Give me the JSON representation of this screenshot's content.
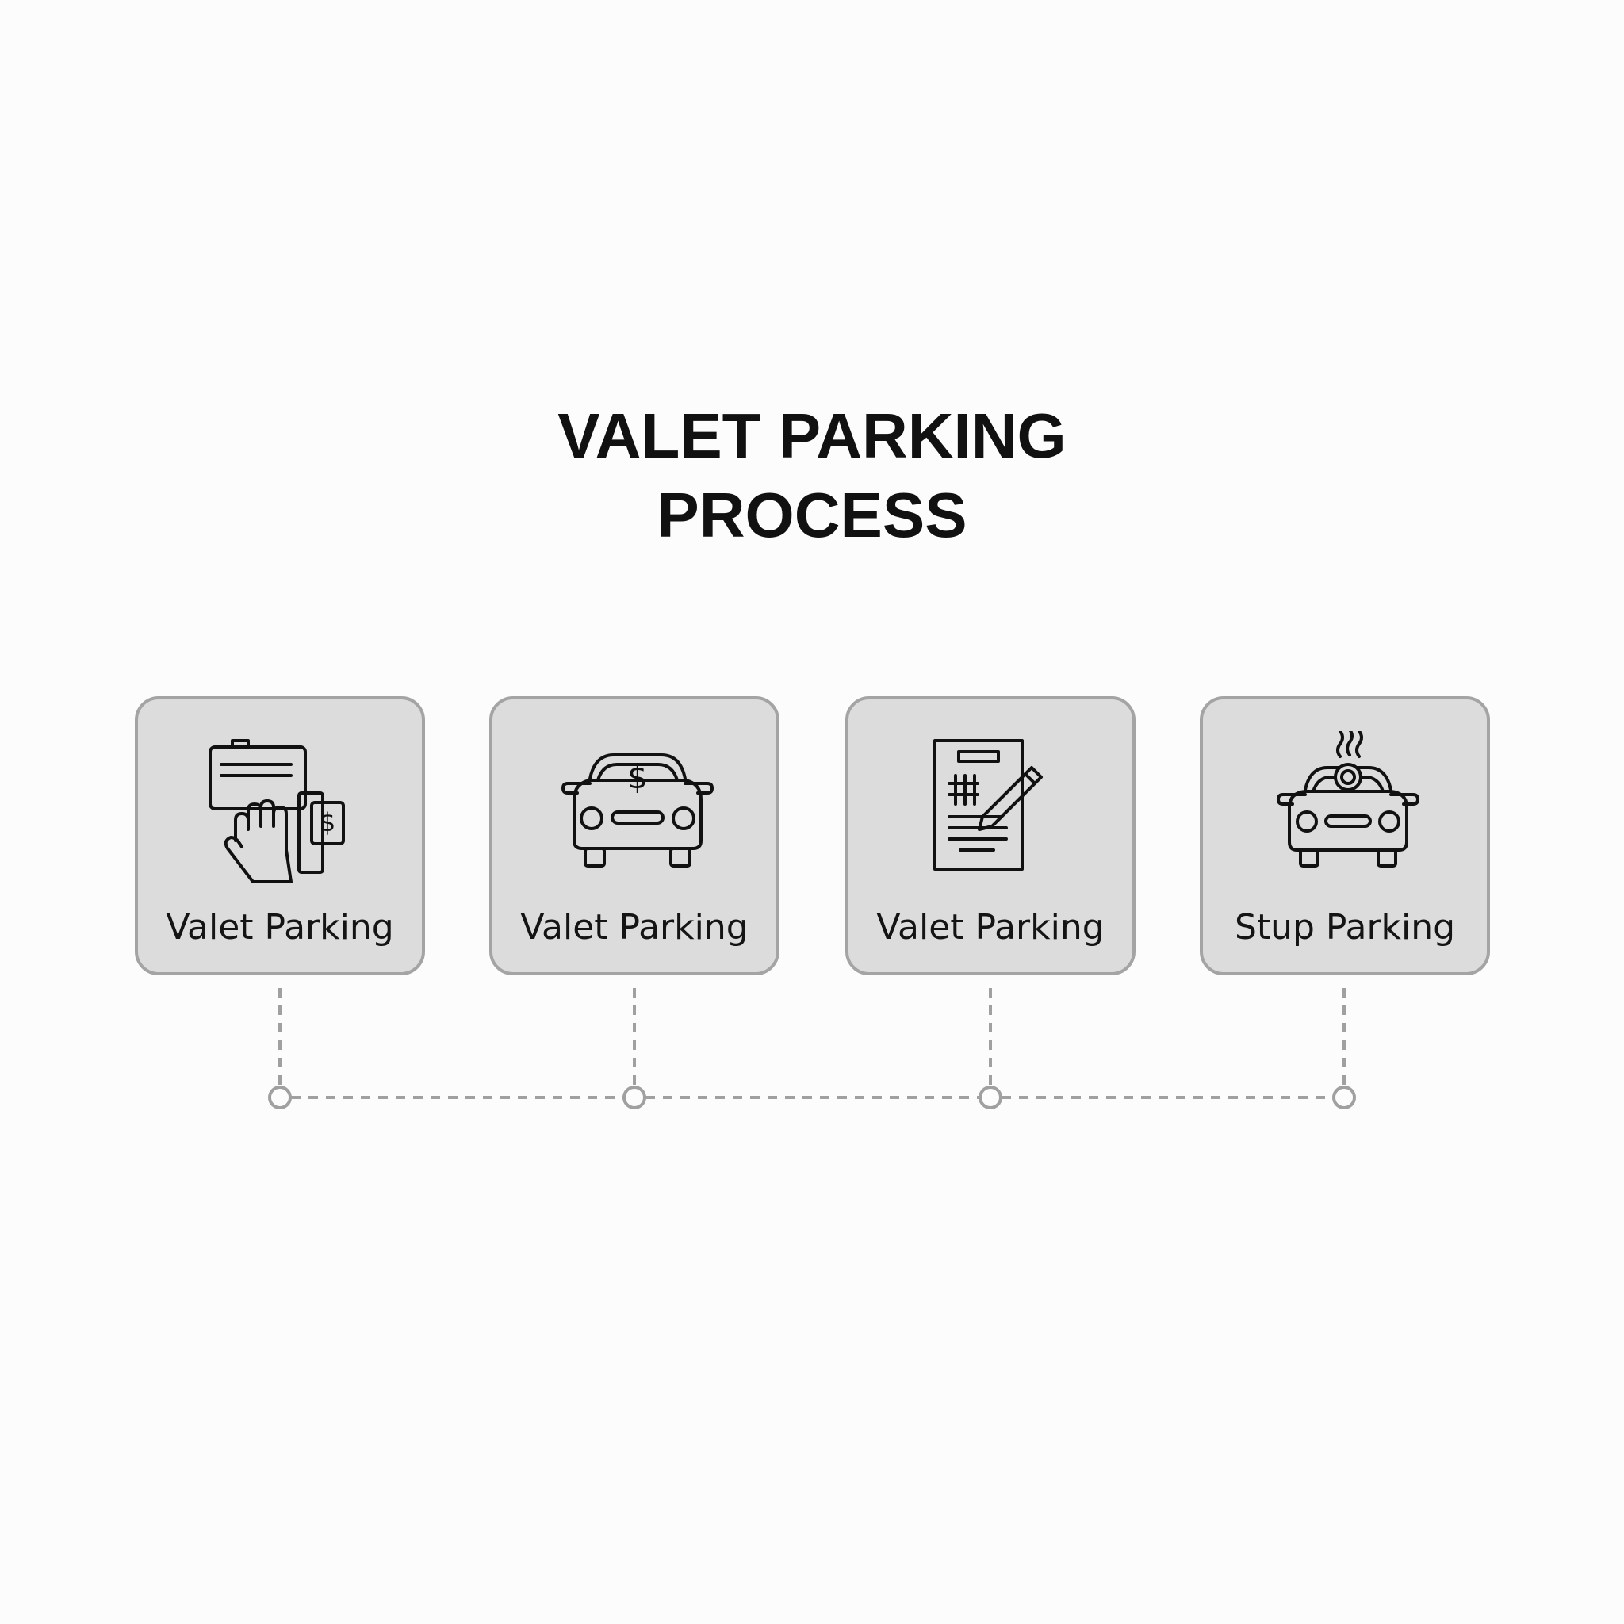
{
  "title": {
    "line1": "VALET PARKING",
    "line2": "PROCESS"
  },
  "steps": [
    {
      "label": "Valet Parking",
      "icon": "hand-ticket-payment-icon"
    },
    {
      "label": "Valet Parking",
      "icon": "car-dollar-icon"
    },
    {
      "label": "Valet Parking",
      "icon": "document-pen-icon"
    },
    {
      "label": "Stup Parking",
      "icon": "car-steam-icon"
    }
  ],
  "colors": {
    "background": "#fcfcfc",
    "card_fill": "#dcdcdc",
    "card_border": "#a4a4a4",
    "connector": "#a0a0a0",
    "text": "#111111"
  }
}
